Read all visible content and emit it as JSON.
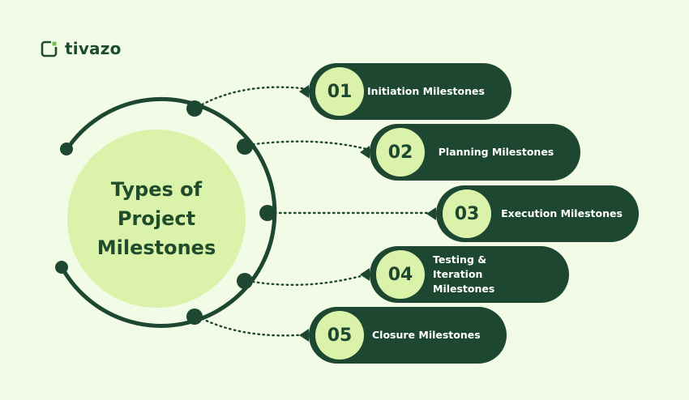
{
  "brand": {
    "name": "tivazo",
    "color": "#1f4d2c",
    "accent": "#6cc24a"
  },
  "title": "Types of\nProject\nMilestones",
  "colors": {
    "pill": "#1d4730",
    "number_circle": "#daf2a9",
    "center_circle": "#daf2a9",
    "ring": "#1d4730"
  },
  "milestones": [
    {
      "number": "01",
      "label": "Initiation Milestones"
    },
    {
      "number": "02",
      "label": "Planning Milestones"
    },
    {
      "number": "03",
      "label": "Execution Milestones"
    },
    {
      "number": "04",
      "label": "Testing &\nIteration\nMilestones"
    },
    {
      "number": "05",
      "label": "Closure Milestones"
    }
  ]
}
